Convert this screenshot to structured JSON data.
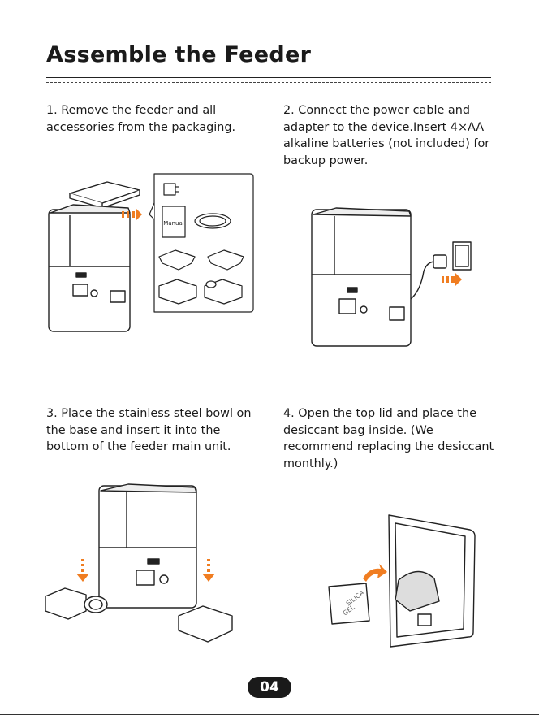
{
  "page": {
    "title": "Assemble the Feeder",
    "page_number": "04"
  },
  "steps": [
    {
      "text": "1. Remove the feeder and all accessories from the packaging."
    },
    {
      "text": "2. Connect the power cable and adapter to the device.Insert 4×AA alkaline batteries (not included) for backup power."
    },
    {
      "text": "3. Place the stainless steel bowl on the base and insert it into the bottom of the feeder main unit."
    },
    {
      "text": "4. Open the top lid and place the desiccant bag inside. (We recommend replacing the desiccant monthly.)"
    }
  ],
  "illustrations": {
    "manual_label": "Manual",
    "silica_label_1": "SILICA",
    "silica_label_2": "GEL",
    "accent_color": "#f07d21"
  }
}
